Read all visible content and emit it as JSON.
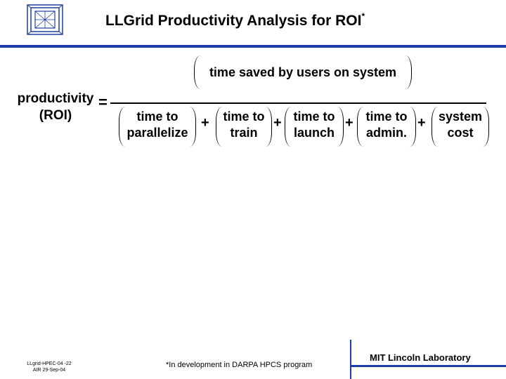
{
  "slide": {
    "title": "LLGrid Productivity Analysis for ROI",
    "title_sup": "*",
    "numerator": "time saved by users on system",
    "lhs_line1": "productivity",
    "lhs_line2": "(ROI)",
    "equals": "=",
    "terms": [
      {
        "line1": "time to",
        "line2": "parallelize"
      },
      {
        "line1": "time to",
        "line2": "train"
      },
      {
        "line1": "time to",
        "line2": "launch"
      },
      {
        "line1": "time to",
        "line2": "admin."
      },
      {
        "line1": "system",
        "line2": "cost"
      }
    ],
    "plus": "+"
  },
  "footer": {
    "id_line1": "LLgrid-HPEC-04 -22",
    "id_line2": "AIR 29-Sep-04",
    "footnote": "*In development in DARPA HPCS program",
    "org": "MIT Lincoln Laboratory"
  },
  "colors": {
    "accent": "#1f3da8"
  }
}
